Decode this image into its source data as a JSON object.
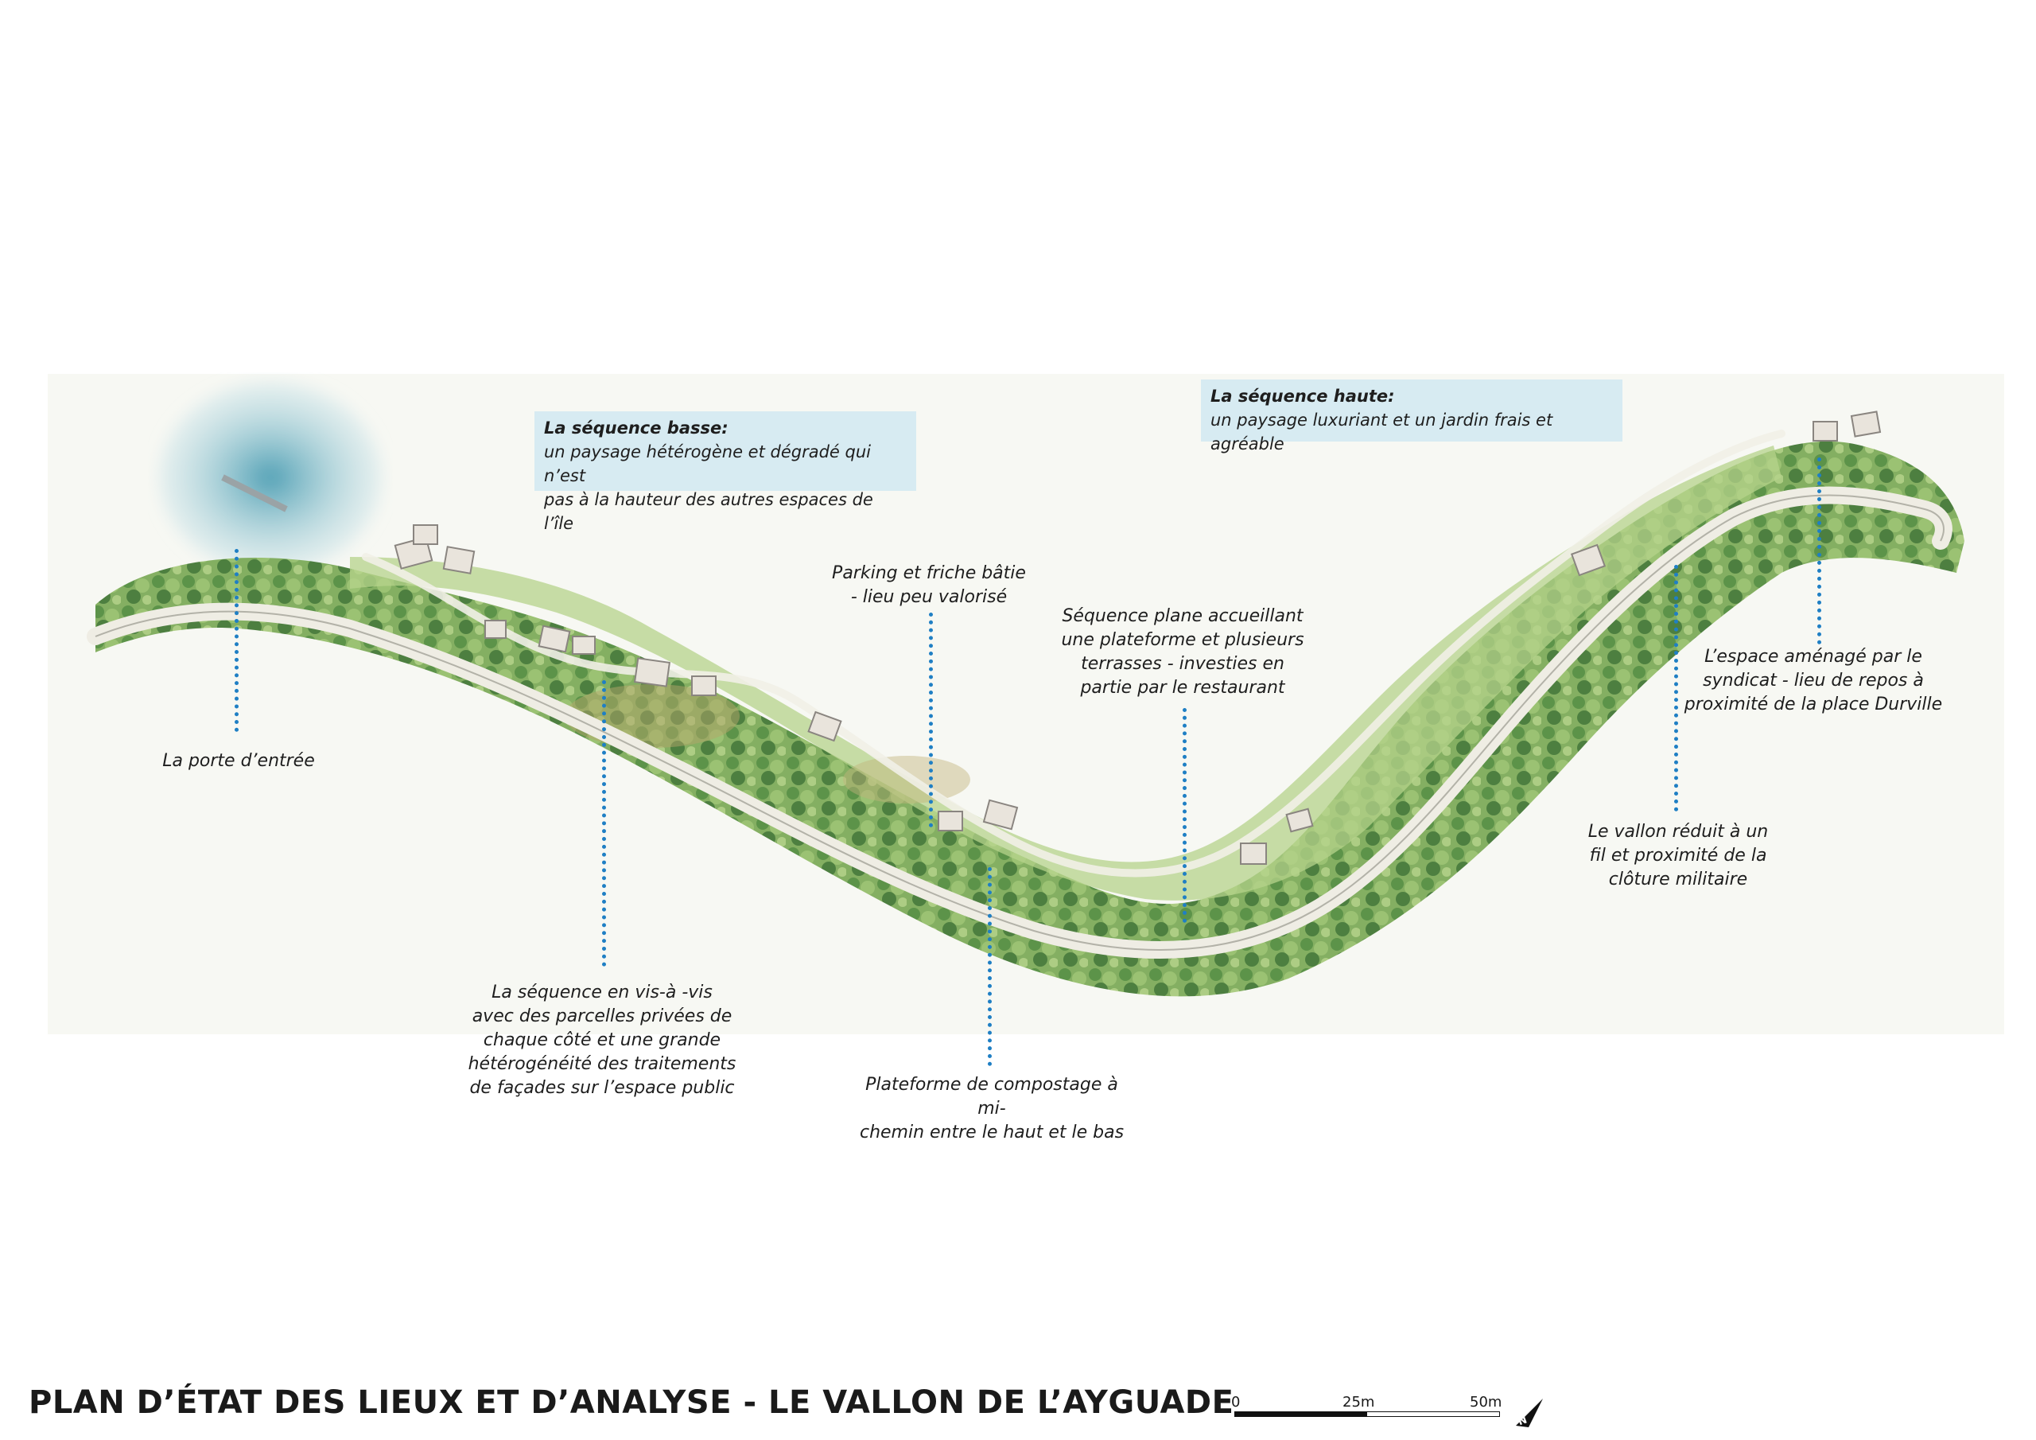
{
  "sequences": {
    "basse": {
      "title": "La séquence basse:",
      "text": "un paysage hétérogène et dégradé qui n’est\npas à la hauteur des autres espaces de l’île"
    },
    "haute": {
      "title": "La séquence haute:",
      "text": "un paysage luxuriant et un jardin frais et agréable"
    }
  },
  "annotations": {
    "porte": "La porte d’entrée",
    "vis_a_vis": "La séquence en vis-à -vis\navec des parcelles privées de\nchaque côté et une grande\nhétérogénéité des traitements\nde façades sur l’espace public",
    "parking": "Parking et friche bâtie\n- lieu peu valorisé",
    "compostage": "Plateforme de compostage à mi-\nchemin entre le haut et le bas",
    "plane": "Séquence plane accueillant\nune plateforme et plusieurs\nterrasses - investies en\npartie par le restaurant",
    "vallon": "Le vallon réduit à un\nfil et proximité de la\nclôture militaire",
    "espace": "L’espace aménagé par le\nsyndicat - lieu de repos à\nproximité de la place Durville"
  },
  "title": "PLAN D’ÉTAT DES LIEUX ET D’ANALYSE - LE VALLON DE L’AYGUADE",
  "scale": {
    "t0": "0",
    "t1": "25m",
    "t2": "50m"
  },
  "north_arrow_icon": "north-arrow-icon",
  "colors": {
    "leader": "#1f7fc4",
    "box": "#d7ebf2",
    "vegetation_dark": "#4f8a3a",
    "vegetation_light": "#a7c97a",
    "sea": "#7fb9c9",
    "road": "#f4f2ec"
  }
}
